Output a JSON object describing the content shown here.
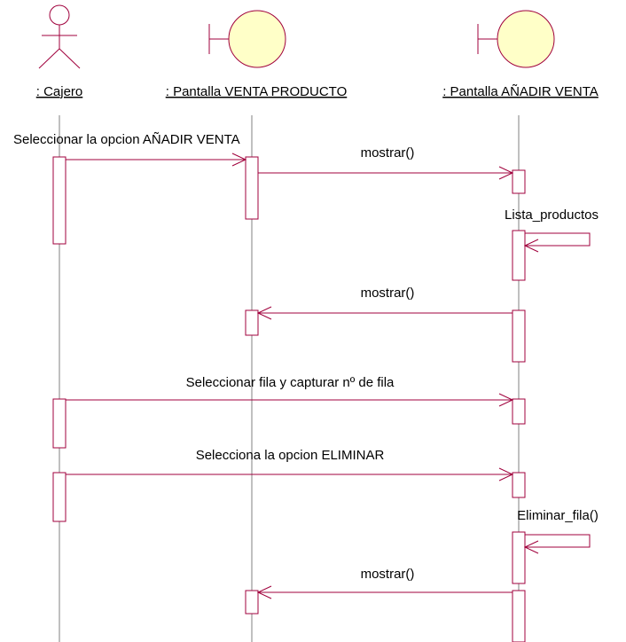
{
  "diagram": {
    "actors": [
      {
        "id": "cajero",
        "label": ": Cajero",
        "kind": "actor"
      },
      {
        "id": "venta_producto",
        "label": ": Pantalla VENTA PRODUCTO",
        "kind": "boundary"
      },
      {
        "id": "anadir_venta",
        "label": ": Pantalla AÑADIR VENTA",
        "kind": "boundary"
      }
    ],
    "messages": [
      {
        "from": "cajero",
        "to": "venta_producto",
        "label": "Seleccionar la opcion AÑADIR VENTA"
      },
      {
        "from": "venta_producto",
        "to": "anadir_venta",
        "label": "mostrar()"
      },
      {
        "from": "anadir_venta",
        "to": "anadir_venta",
        "label": "Lista_productos"
      },
      {
        "from": "anadir_venta",
        "to": "venta_producto",
        "label": "mostrar()"
      },
      {
        "from": "cajero",
        "to": "anadir_venta",
        "label": "Seleccionar fila y capturar nº de fila"
      },
      {
        "from": "cajero",
        "to": "anadir_venta",
        "label": "Selecciona la opcion ELIMINAR"
      },
      {
        "from": "anadir_venta",
        "to": "anadir_venta",
        "label": "Eliminar_fila()"
      },
      {
        "from": "anadir_venta",
        "to": "venta_producto",
        "label": "mostrar()"
      }
    ],
    "colors": {
      "line": "#a0003c",
      "lifeline": "#808080",
      "boundary_fill": "#ffffc8",
      "text": "#000000"
    }
  }
}
